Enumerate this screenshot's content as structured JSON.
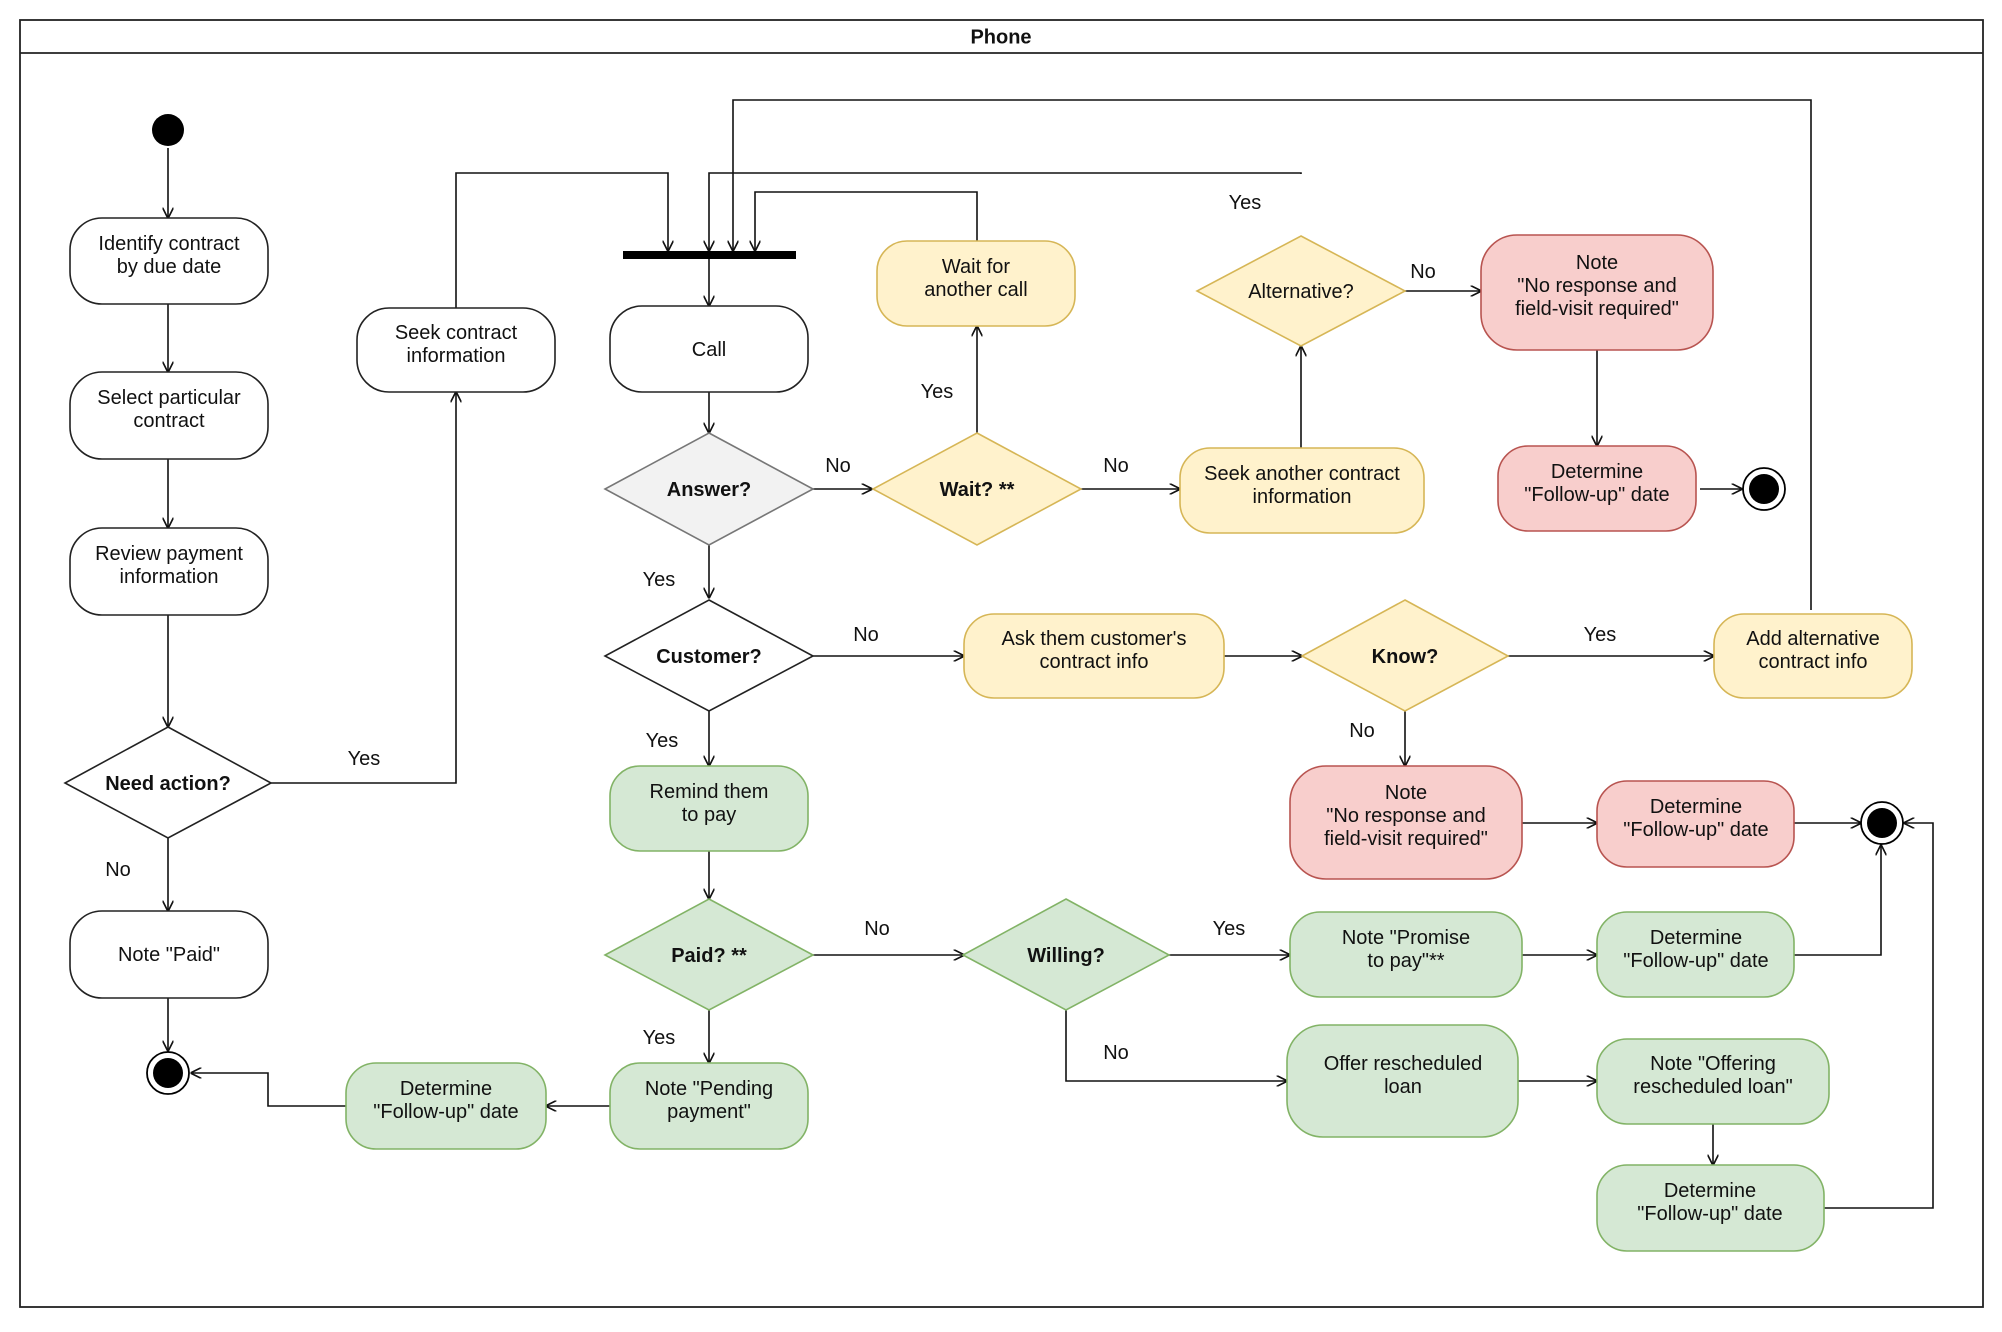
{
  "title": "Phone",
  "nodes": {
    "identify": [
      "Identify contract",
      "by due date"
    ],
    "select": [
      "Select particular",
      "contract"
    ],
    "review": [
      "Review payment",
      "information"
    ],
    "need_action": [
      "Need action?"
    ],
    "note_paid": [
      "Note \"Paid\""
    ],
    "seek_contract": [
      "Seek contract",
      "information"
    ],
    "call": [
      "Call"
    ],
    "answer": [
      "Answer?"
    ],
    "wait_decision": [
      "Wait? **"
    ],
    "wait_for_call": [
      "Wait for",
      "another call"
    ],
    "seek_another": [
      "Seek another contract",
      "information"
    ],
    "alternative": [
      "Alternative?"
    ],
    "note_no_response_top": [
      "Note",
      "\"No response and",
      "field-visit required\""
    ],
    "determine_top": [
      "Determine",
      "\"Follow-up\" date"
    ],
    "customer": [
      "Customer?"
    ],
    "ask_them": [
      "Ask them customer's",
      "contract info"
    ],
    "know": [
      "Know?"
    ],
    "add_alternative": [
      "Add alternative",
      "contract info"
    ],
    "note_no_response_mid": [
      "Note",
      "\"No response and",
      "field-visit required\""
    ],
    "determine_mid": [
      "Determine",
      "\"Follow-up\" date"
    ],
    "remind": [
      "Remind them",
      "to pay"
    ],
    "paid": [
      "Paid? **"
    ],
    "willing": [
      "Willing?"
    ],
    "note_promise": [
      "Note \"Promise",
      "to pay\"**"
    ],
    "determine_promise": [
      "Determine",
      "\"Follow-up\" date"
    ],
    "offer_loan": [
      "Offer rescheduled",
      "loan"
    ],
    "note_offering": [
      "Note \"Offering",
      "rescheduled loan\""
    ],
    "determine_offer": [
      "Determine",
      "\"Follow-up\" date"
    ],
    "note_pending": [
      "Note \"Pending",
      "payment\""
    ],
    "determine_pending": [
      "Determine",
      "\"Follow-up\" date"
    ]
  },
  "edge_labels": {
    "need_action_yes": "Yes",
    "need_action_no": "No",
    "answer_no": "No",
    "answer_yes": "Yes",
    "wait_yes": "Yes",
    "wait_no": "No",
    "alternative_yes": "Yes",
    "alternative_no": "No",
    "customer_no": "No",
    "customer_yes": "Yes",
    "know_yes": "Yes",
    "know_no": "No",
    "paid_no": "No",
    "paid_yes": "Yes",
    "willing_yes": "Yes",
    "willing_no": "No"
  },
  "colors": {
    "white_fill": "#ffffff",
    "gray_fill": "#f2f2f2",
    "yellow_fill": "#fff2cc",
    "yellow_stroke": "#d6b656",
    "red_fill": "#f8cecc",
    "red_stroke": "#b85450",
    "green_fill": "#d5e8d4",
    "green_stroke": "#82b366"
  }
}
